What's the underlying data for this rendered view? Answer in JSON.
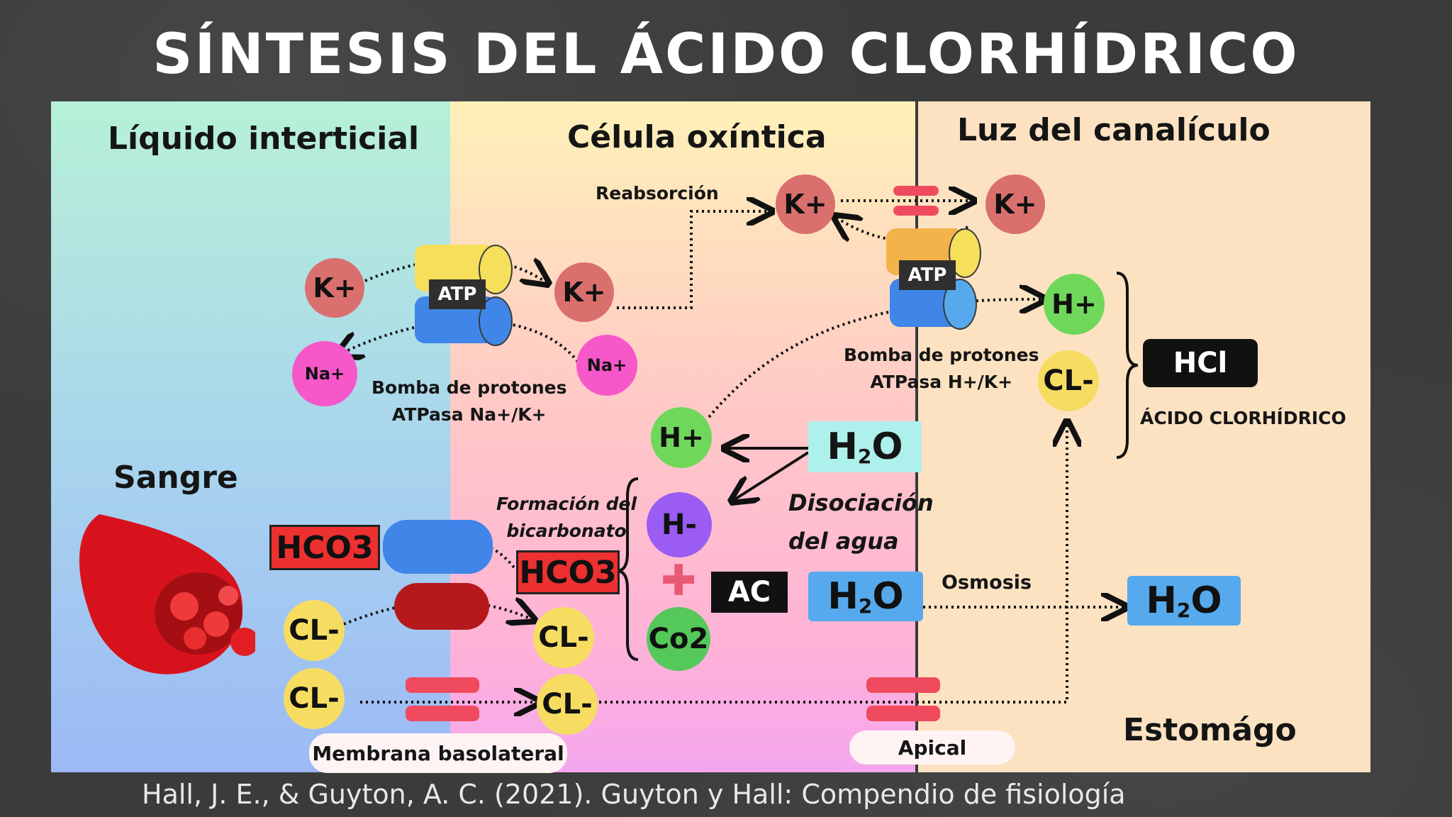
{
  "title": "SÍNTESIS DEL ÁCIDO CLORHÍDRICO",
  "regions": {
    "interstitial": "Líquido interticial",
    "cell": "Célula oxíntica",
    "lumen": "Luz del canalículo"
  },
  "labels": {
    "blood": "Sangre",
    "stomach": "Estomágo",
    "reabsorption": "Reabsorción",
    "pump_na_k": "Bomba de protones\nATPasa Na+/K+",
    "pump_h_k": "Bomba de protones\nATPasa H+/K+",
    "bicarbonate": "Formación del\nbicarbonato",
    "dissociation": "Disociación\ndel agua",
    "osmosis": "Osmosis",
    "acid": "ÁCIDO CLORHÍDRICO",
    "basolateral": "Membrana basolateral",
    "apical": "Apical",
    "atp": "ATP",
    "reference": "Hall, J. E., & Guyton, A. C. (2021). Guyton y Hall: Compendio de fisiología"
  },
  "ions": {
    "k": "K+",
    "na": "Na+",
    "h": "H+",
    "h_minus": "H-",
    "cl": "CL-",
    "co2": "Co2",
    "hco3": "HCO3",
    "ac": "AC",
    "hcl": "HCl",
    "h2o_main": "H",
    "h2o_sub": "2",
    "h2o_end": "O"
  },
  "colors": {
    "potassium": "#d9706e",
    "sodium": "#f657c9",
    "hydrogen": "#6fd85a",
    "chloride": "#f6dd62",
    "bicarbonate": "#ed3030",
    "water": "#56a9ec"
  }
}
